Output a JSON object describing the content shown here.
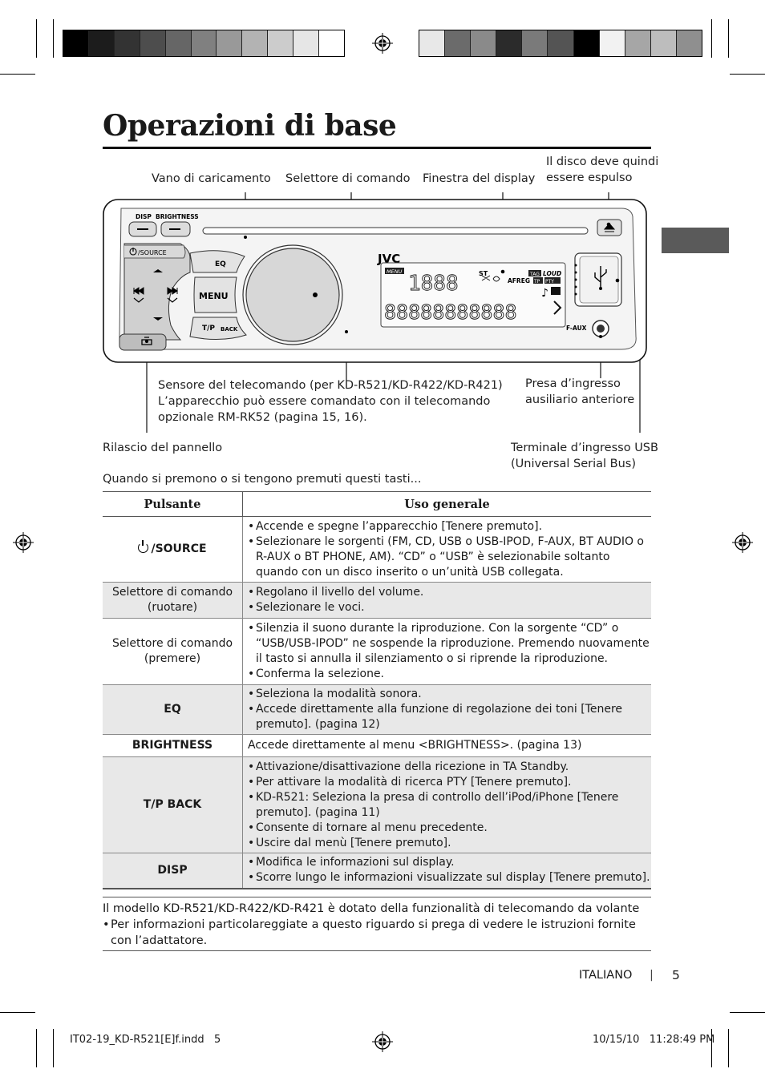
{
  "title": "Operazioni di base",
  "colorbar": {
    "left": [
      "#000000",
      "#1c1c1c",
      "#333333",
      "#4d4d4d",
      "#666666",
      "#808080",
      "#999999",
      "#b3b3b3",
      "#cccccc",
      "#e6e6e6",
      "#ffffff"
    ],
    "right": [
      "#e8e8e8",
      "#6b6b6b",
      "#8a8a8a",
      "#2b2b2b",
      "#7a7a7a",
      "#545454",
      "#000000",
      "#f2f2f2",
      "#a6a6a6",
      "#bdbdbd",
      "#8f8f8f"
    ]
  },
  "diagram": {
    "labels": {
      "loading_slot": "Vano di caricamento",
      "control_dial": "Selettore di comando",
      "display_window": "Finestra del display",
      "eject_1": "Il disco deve quindi",
      "eject_2": "essere espulso",
      "remote_1": "Sensore del telecomando (per KD-R521/KD-R422/KD-R421)",
      "remote_2": "L’apparecchio può essere comandato con il telecomando",
      "remote_3": "opzionale RM-RK52 (pagina 15, 16).",
      "aux_1": "Presa d’ingresso",
      "aux_2": "ausiliario anteriore",
      "release": "Rilascio del pannello",
      "usb_1": "Terminale d’ingresso USB",
      "usb_2": "(Universal Serial Bus)"
    },
    "unit": {
      "disp": "DISP",
      "brightness": "BRIGHTNESS",
      "source": "/SOURCE",
      "eq": "EQ",
      "menu": "MENU",
      "tp": "T/P",
      "back": "BACK",
      "brand": "JVC",
      "faux": "F-AUX",
      "lcd_st": "ST",
      "lcd_afreg": "AFREG",
      "lcd_tag": "TAG",
      "lcd_loud": "LOUD",
      "lcd_tp": "TP",
      "lcd_pty": "PTY",
      "lcd_menu": "MENU"
    }
  },
  "intro": "Quando si premono o si tengono premuti questi tasti...",
  "table": {
    "headers": [
      "Pulsante",
      "Uso generale"
    ],
    "rows": [
      {
        "key": "/SOURCE",
        "items": [
          "Accende e spegne l’apparecchio [Tenere premuto].",
          "Selezionare le sorgenti (FM, CD, USB o USB-IPOD, F-AUX, BT AUDIO o R-AUX o BT PHONE, AM). “CD” o “USB” è selezionabile soltanto quando con un disco inserito o un’unità USB collegata."
        ]
      },
      {
        "key": "Selettore di comando (ruotare)",
        "items": [
          "Regolano il livello del volume.",
          "Selezionare le voci."
        ]
      },
      {
        "key": "Selettore di comando (premere)",
        "items": [
          "Silenzia il suono durante la riproduzione. Con la sorgente “CD” o “USB/USB-IPOD” ne sospende la riproduzione. Premendo nuovamente il tasto si annulla il silenziamento o si riprende la riproduzione.",
          "Conferma la selezione."
        ]
      },
      {
        "key": "EQ",
        "items": [
          "Seleziona la modalità sonora.",
          "Accede direttamente alla funzione di regolazione dei toni [Tenere premuto]. (pagina 12)"
        ]
      },
      {
        "key": "BRIGHTNESS",
        "text": "Accede direttamente al menu <BRIGHTNESS>. (pagina 13)"
      },
      {
        "key": "T/P BACK",
        "items": [
          "Attivazione/disattivazione della ricezione in TA Standby.",
          "Per attivare la modalità di ricerca PTY [Tenere premuto].",
          "KD-R521: Seleziona la presa di controllo dell’iPod/iPhone [Tenere premuto]. (pagina 11)",
          "Consente di tornare al menu precedente.",
          "Uscire dal menù [Tenere premuto]."
        ]
      },
      {
        "key": "DISP",
        "items": [
          "Modifica le informazioni sul display.",
          "Scorre lungo le informazioni visualizzate sul display [Tenere premuto]."
        ]
      }
    ]
  },
  "footnote": {
    "line": "Il modello KD-R521/KD-R422/KD-R421 è dotato della funzionalità di telecomando da volante",
    "bullet": "Per informazioni particolareggiate a questo riguardo si prega di vedere le istruzioni fornite con l’adattatore."
  },
  "footer": {
    "language": "ITALIANO",
    "separator": "|",
    "page": "5",
    "slug_left": "IT02-19_KD-R521[E]f.indd   5",
    "slug_right": "10/15/10   11:28:49 PM"
  }
}
